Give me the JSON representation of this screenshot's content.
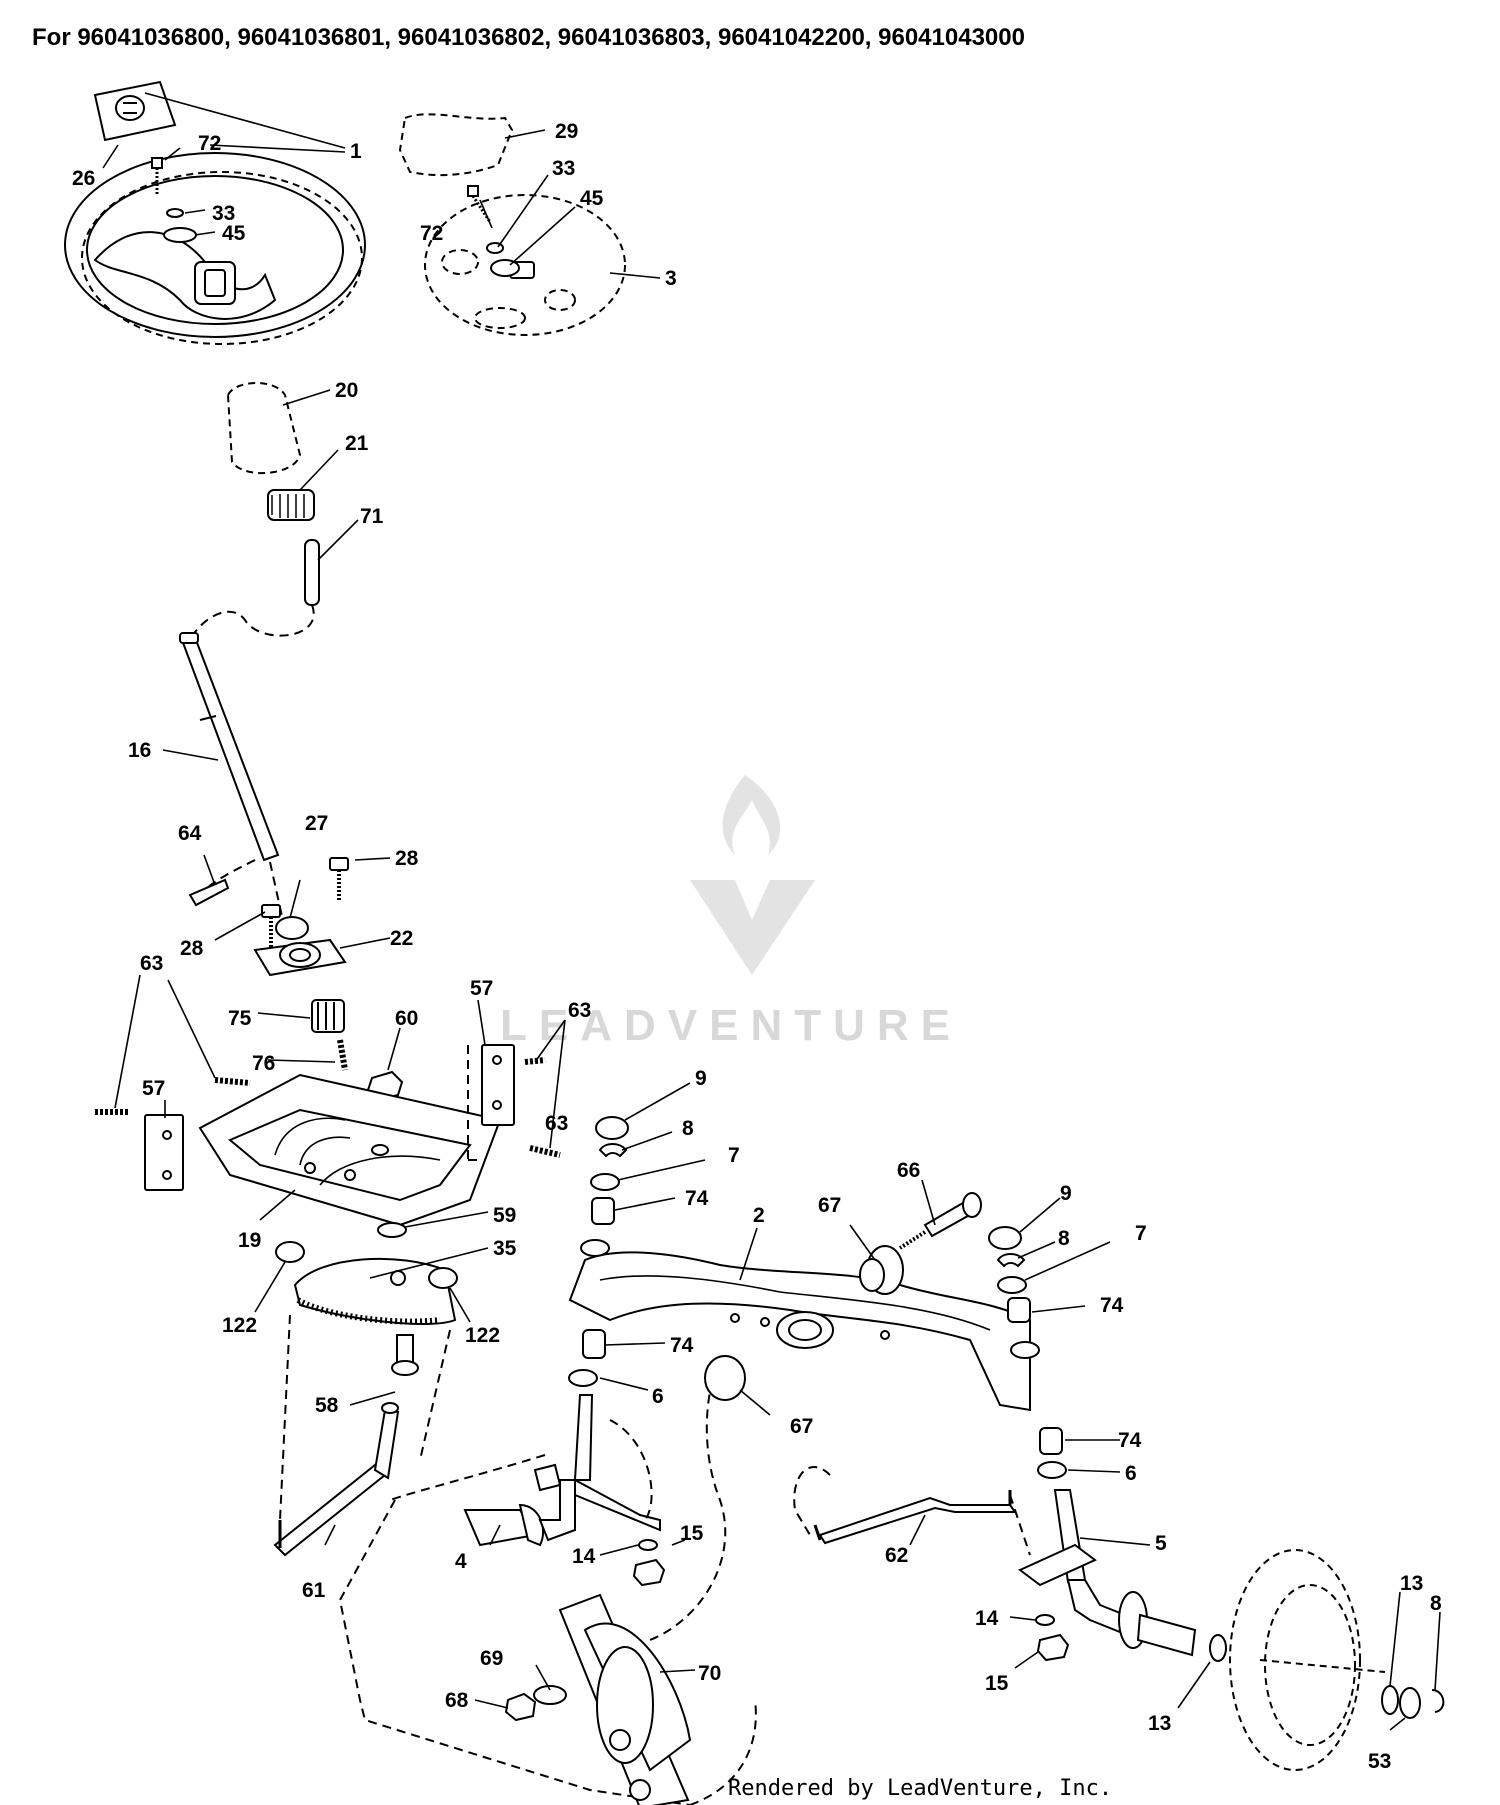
{
  "header": {
    "title": "For 96041036800, 96041036801, 96041036802, 96041036803, 96041042200, 96041043000"
  },
  "watermark": {
    "brand": "LEADVENTURE",
    "color": "#d8d8d8"
  },
  "footer": {
    "credit": "Rendered by LeadVenture, Inc."
  },
  "callouts": [
    "1",
    "26",
    "72",
    "33",
    "45",
    "29",
    "33",
    "72",
    "45",
    "3",
    "20",
    "21",
    "71",
    "16",
    "64",
    "27",
    "28",
    "28",
    "22",
    "63",
    "57",
    "75",
    "76",
    "60",
    "57",
    "63",
    "63",
    "19",
    "59",
    "35",
    "122",
    "122",
    "58",
    "61",
    "4",
    "14",
    "15",
    "62",
    "5",
    "9",
    "8",
    "7",
    "74",
    "2",
    "66",
    "67",
    "9",
    "8",
    "7",
    "74",
    "74",
    "6",
    "67",
    "74",
    "6",
    "14",
    "15",
    "13",
    "8",
    "13",
    "53",
    "69",
    "68",
    "70"
  ]
}
